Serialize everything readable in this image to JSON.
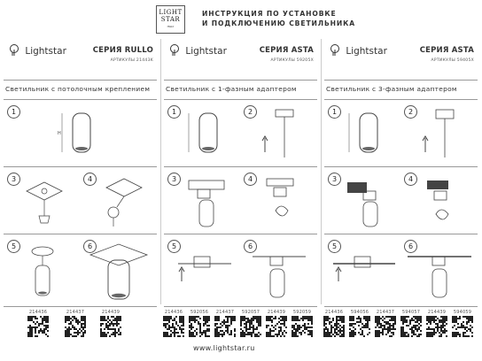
{
  "header": {
    "logo": {
      "line1": "LIGHT",
      "line2": "STAR",
      "line3": "ITALY"
    },
    "title_line1": "ИНСТРУКЦИЯ ПО УСТАНОВКЕ",
    "title_line2": "И ПОДКЛЮЧЕНИЮ СВЕТИЛЬНИКА"
  },
  "columns": [
    {
      "brand": "Lightstar",
      "series": "СЕРИЯ RULLO",
      "articles": "АРТИКУЛЫ 21443K",
      "subtitle": "Светильник с потолочным креплением",
      "steps": [
        "1",
        "3",
        "4",
        "5",
        "6"
      ],
      "codes": [
        "214436",
        "214437",
        "214439"
      ]
    },
    {
      "brand": "Lightstar",
      "series": "СЕРИЯ ASTA",
      "articles": "АРТИКУЛЫ 59205X",
      "subtitle": "Светильник с 1-фазным адаптером",
      "steps": [
        "1",
        "2",
        "3",
        "4",
        "5",
        "6"
      ],
      "codes": [
        "214436",
        "592056",
        "214437",
        "592057",
        "214439",
        "592059"
      ]
    },
    {
      "brand": "Lightstar",
      "series": "СЕРИЯ ASTA",
      "articles": "АРТИКУЛЫ 59405X",
      "subtitle": "Светильник с 3-фазным адаптером",
      "steps": [
        "1",
        "2",
        "3",
        "4",
        "5",
        "6"
      ],
      "codes": [
        "214436",
        "594056",
        "214437",
        "594057",
        "214439",
        "594059"
      ]
    }
  ],
  "footer": {
    "website": "www.lightstar.ru"
  }
}
